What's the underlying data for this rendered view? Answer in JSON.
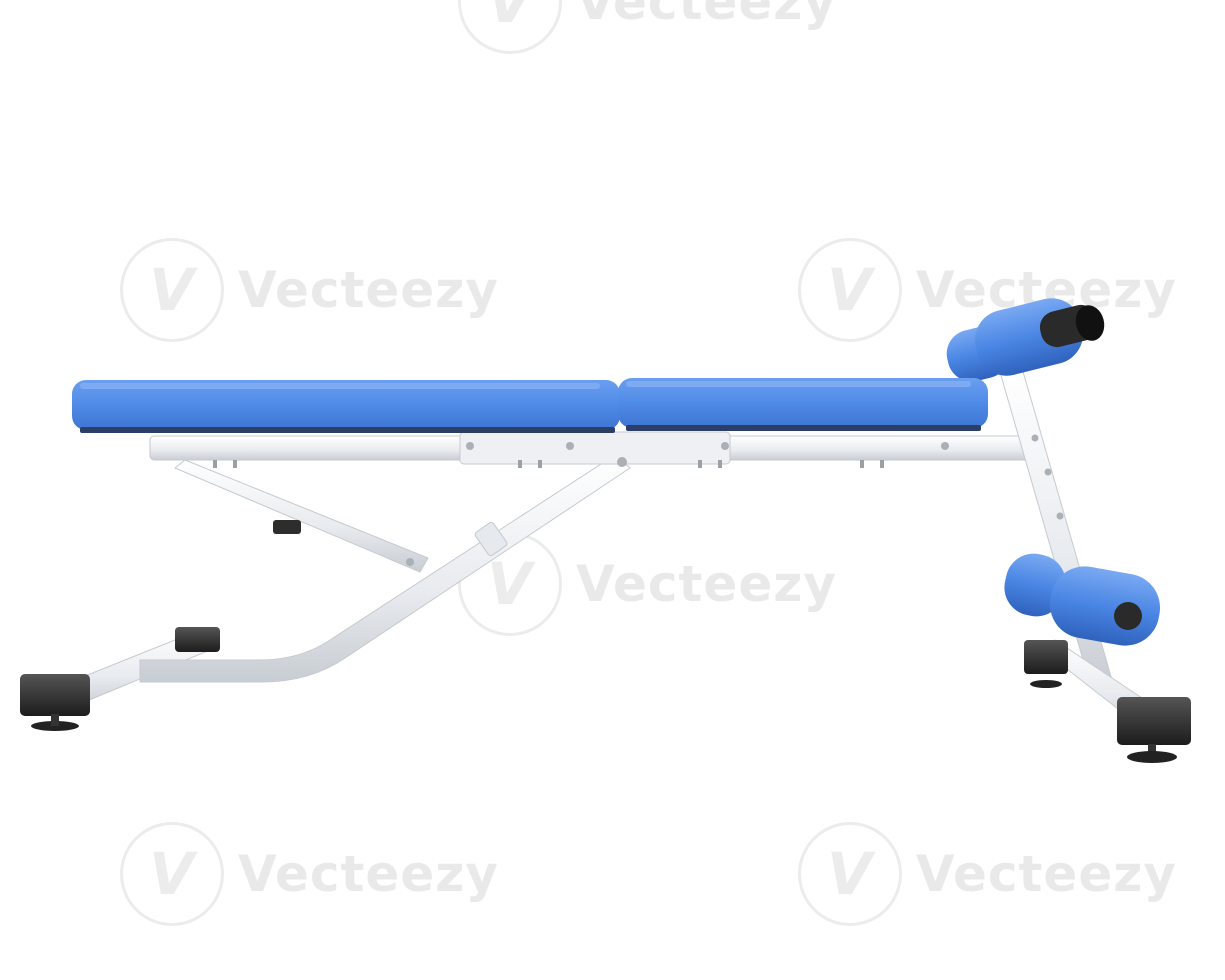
{
  "image": {
    "subject": "adjustable-weight-bench",
    "background_color": "#ffffff",
    "colors": {
      "pad_blue": "#4f8be6",
      "pad_blue_dark": "#3a6fc8",
      "frame": "#eceff2",
      "frame_shadow": "#c9ced4",
      "foot_black": "#2a2a2a"
    }
  },
  "watermark": {
    "text": "Vecteezy",
    "logo_glyph": "V"
  }
}
